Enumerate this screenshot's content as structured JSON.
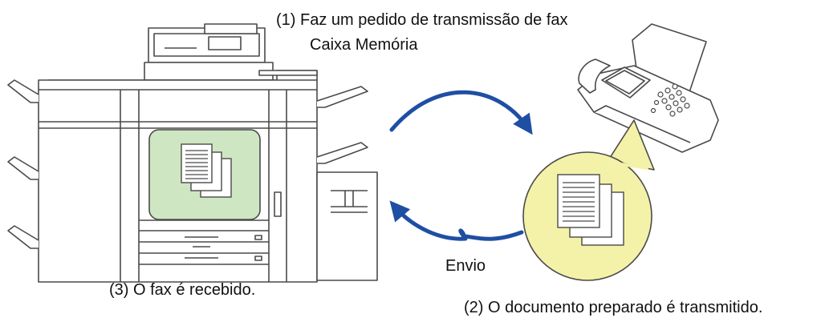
{
  "labels": {
    "step1_line1": "(1) Faz um pedido de transmissão de fax",
    "step1_line2": "Caixa Memória",
    "step2": "(2) O documento preparado é transmitido.",
    "step3": "(3) O fax é recebido.",
    "envio": "Envio"
  },
  "colors": {
    "line": "#4a4a4a",
    "arrow": "#1f4fa3",
    "memory_box": "#cfe6c3",
    "bubble": "#f3f2a8"
  },
  "icons": {
    "copier": "multifunction-printer-icon",
    "fax": "fax-machine-icon",
    "document": "document-stack-icon"
  }
}
